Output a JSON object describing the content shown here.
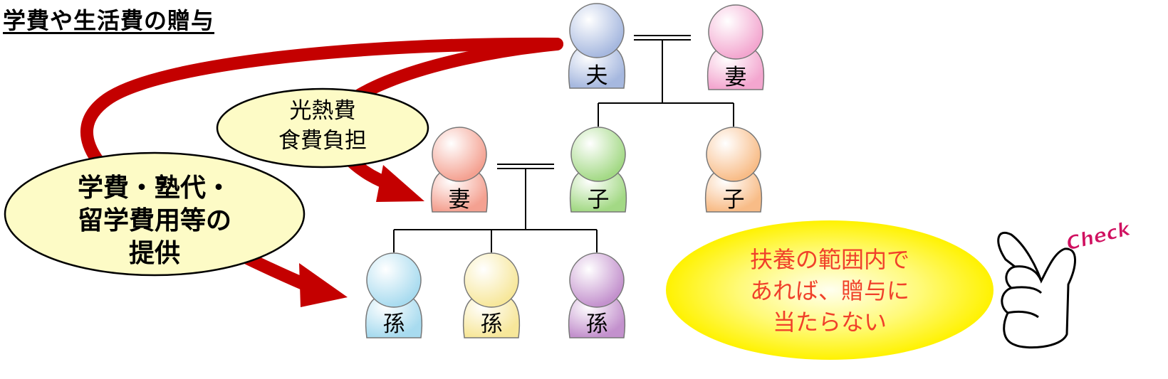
{
  "title": "学費や生活費の贈与",
  "people": [
    {
      "id": "husband",
      "label": "夫",
      "color": "#a6b8df"
    },
    {
      "id": "wife1",
      "label": "妻",
      "color": "#f3a6cf"
    },
    {
      "id": "wife2",
      "label": "妻",
      "color": "#f4a191"
    },
    {
      "id": "child1",
      "label": "子",
      "color": "#a3d985"
    },
    {
      "id": "child2",
      "label": "子",
      "color": "#f8bc87"
    },
    {
      "id": "grandchild1",
      "label": "孫",
      "color": "#a8dbef"
    },
    {
      "id": "grandchild2",
      "label": "孫",
      "color": "#f7e79a"
    },
    {
      "id": "grandchild3",
      "label": "孫",
      "color": "#c391cd"
    }
  ],
  "bubbles": {
    "utilities": [
      "光熱費",
      "食費負担"
    ],
    "education": [
      "学費・塾代・",
      "留学費用等の",
      "提供"
    ],
    "note": [
      "扶養の範囲内で",
      "あれば、贈与に",
      "当たらない"
    ]
  },
  "check_label": "Check",
  "colors": {
    "arrow": "#c40000",
    "bubble_fill": "#fdfbc6",
    "note_text": "#f0402a",
    "note_glow": "#fff200",
    "check_text": "#d01060"
  }
}
